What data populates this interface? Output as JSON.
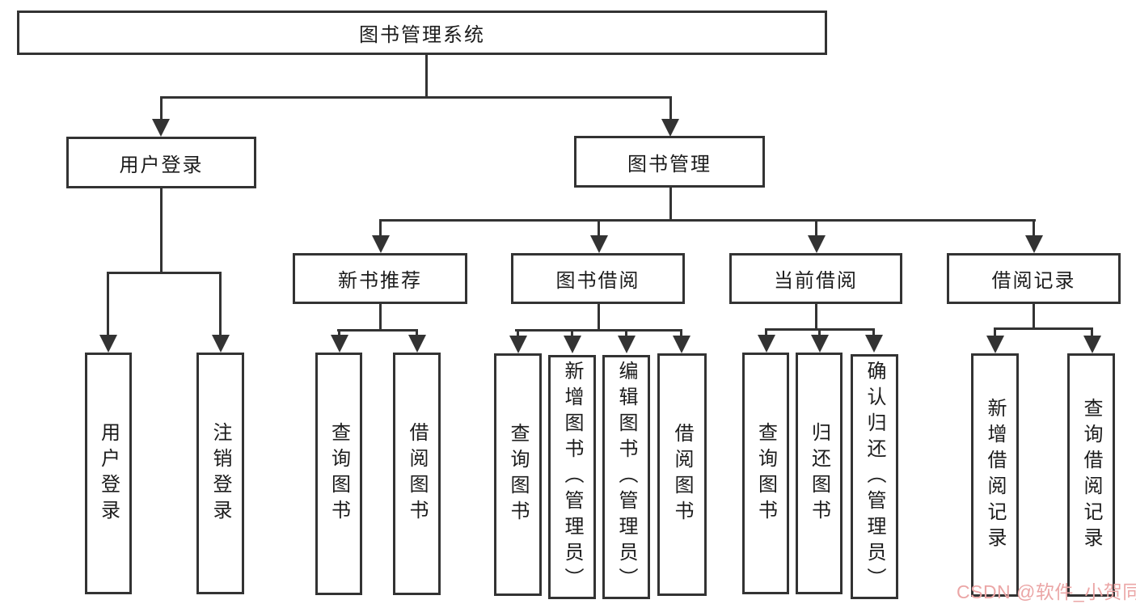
{
  "tree": {
    "root": {
      "label": "图书管理系统"
    },
    "level2": [
      {
        "label": "用户登录",
        "parent": "图书管理系统"
      },
      {
        "label": "图书管理",
        "parent": "图书管理系统"
      }
    ],
    "level3": [
      {
        "label": "新书推荐",
        "parent": "图书管理"
      },
      {
        "label": "图书借阅",
        "parent": "图书管理"
      },
      {
        "label": "当前借阅",
        "parent": "图书管理"
      },
      {
        "label": "借阅记录",
        "parent": "图书管理"
      }
    ],
    "leaves": [
      {
        "label": "用户登录",
        "parent": "用户登录"
      },
      {
        "label": "注销登录",
        "parent": "用户登录"
      },
      {
        "label": "查询图书",
        "parent": "新书推荐"
      },
      {
        "label": "借阅图书",
        "parent": "新书推荐"
      },
      {
        "label": "查询图书",
        "parent": "图书借阅"
      },
      {
        "label": "新增图书（管理员）",
        "parent": "图书借阅"
      },
      {
        "label": "编辑图书（管理员）",
        "parent": "图书借阅"
      },
      {
        "label": "借阅图书",
        "parent": "图书借阅"
      },
      {
        "label": "查询图书",
        "parent": "当前借阅"
      },
      {
        "label": "归还图书",
        "parent": "当前借阅"
      },
      {
        "label": "确认归还（管理员）",
        "parent": "当前借阅"
      },
      {
        "label": "新增借阅记录",
        "parent": "借阅记录"
      },
      {
        "label": "查询借阅记录",
        "parent": "借阅记录"
      }
    ]
  },
  "watermark": {
    "text": "CSDN @软件_小贺同学",
    "color": "#eba6a6"
  },
  "colors": {
    "line": "#333333",
    "text": "#1c1c1c",
    "background": "#ffffff"
  }
}
